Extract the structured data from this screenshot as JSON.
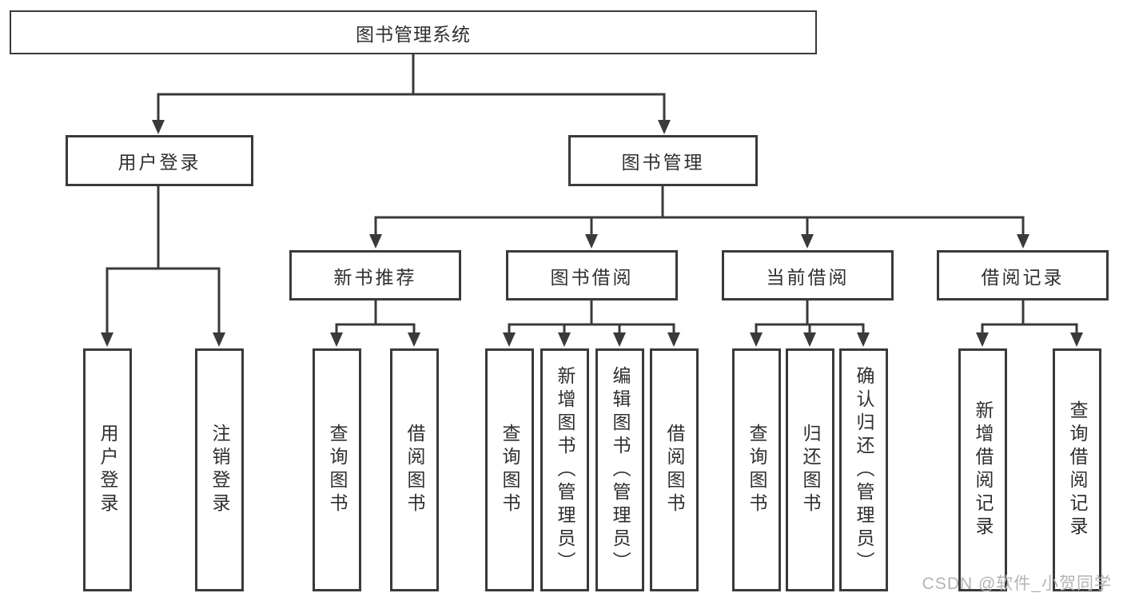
{
  "tree": {
    "root": "图书管理系统",
    "left_branch": {
      "label": "用户登录",
      "children": [
        "用户登录",
        "注销登录"
      ]
    },
    "right_branch": {
      "label": "图书管理",
      "sections": [
        {
          "label": "新书推荐",
          "children": [
            "查询图书",
            "借阅图书"
          ]
        },
        {
          "label": "图书借阅",
          "children": [
            "查询图书",
            "新增图书（管理员）",
            "编辑图书（管理员）",
            "借阅图书"
          ]
        },
        {
          "label": "当前借阅",
          "children": [
            "查询图书",
            "归还图书",
            "确认归还（管理员）"
          ]
        },
        {
          "label": "借阅记录",
          "children": [
            "新增借阅记录",
            "查询借阅记录"
          ]
        }
      ]
    }
  },
  "watermark": "CSDN @软件_小贺同学",
  "colors": {
    "line": "#3a3a3a",
    "text": "#2f2f2f",
    "background": "#ffffff",
    "watermark": "#b4b4b4"
  }
}
